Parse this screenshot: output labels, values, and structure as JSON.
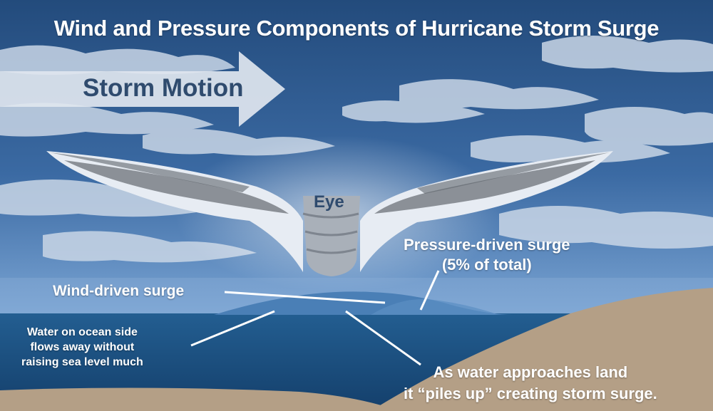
{
  "title": "Wind and Pressure Components of Hurricane Storm Surge",
  "storm_motion_label": "Storm Motion",
  "eye_label": "Eye",
  "pressure_surge": {
    "line1": "Pressure-driven surge",
    "line2": "(5% of total)"
  },
  "wind_surge_label": "Wind-driven surge",
  "ocean_side_note": {
    "line1": "Water on ocean side",
    "line2": "flows away without",
    "line3": "raising sea level much"
  },
  "land_note": {
    "line1": "As water approaches land",
    "line2": "it “piles up” creating storm surge."
  },
  "colors": {
    "sky_top": "#2b568c",
    "sky_bottom": "#6f9ccd",
    "cloud": "#dfe6ef",
    "storm_gray": "#8b9097",
    "ocean": "#1f5a8c",
    "surge_dome": "#4a7fb6",
    "land": "#b49f86",
    "arrow": "#dfe6ef",
    "dark_label": "#2f4b6e"
  },
  "icons": {
    "storm_motion_arrow": "right-arrow-icon"
  }
}
